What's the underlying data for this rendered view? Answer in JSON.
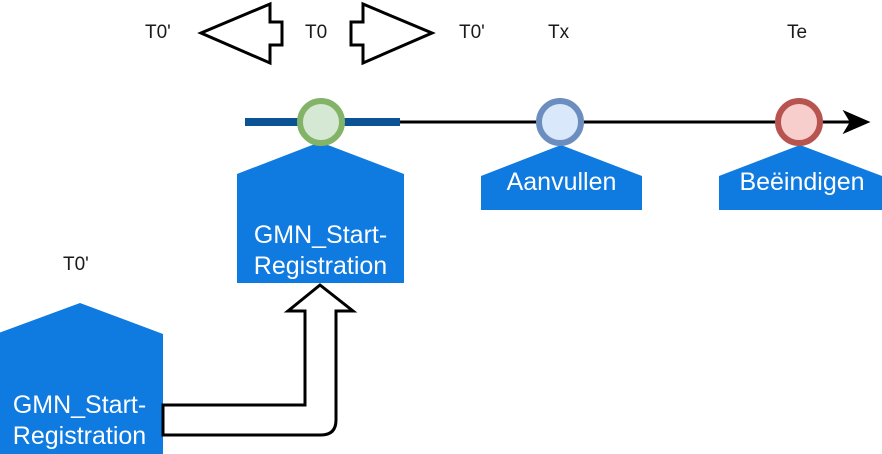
{
  "diagram": {
    "title": "GMN registration timeline",
    "colors": {
      "callout_fill": "#0f7ae0",
      "callout_text": "#ffffff",
      "timeline_thin": "#000000",
      "timeline_thick": "#0b5394",
      "outline": "#000000",
      "node_start_fill": "#d5e8d4",
      "node_start_stroke": "#82b366",
      "node_mid_fill": "#dae8fc",
      "node_mid_stroke": "#6c8ebf",
      "node_end_fill": "#f8cecc",
      "node_end_stroke": "#b85450",
      "background": "#ffffff"
    },
    "axis_labels": [
      {
        "id": "t0-prime-left",
        "text": "T0'"
      },
      {
        "id": "t0",
        "text": "T0"
      },
      {
        "id": "t0-prime-right",
        "text": "T0'"
      },
      {
        "id": "tx",
        "text": "Tx"
      },
      {
        "id": "te",
        "text": "Te"
      },
      {
        "id": "t0-prime-lower",
        "text": "T0'"
      }
    ],
    "shift_arrows": [
      {
        "id": "shift-left-arrow",
        "direction": "left",
        "meaning": "T0 shifts earlier to T0'"
      },
      {
        "id": "shift-right-arrow",
        "direction": "right",
        "meaning": "T0 shifts later to T0'"
      }
    ],
    "timeline_nodes": [
      {
        "id": "node-t0",
        "label_ref": "T0",
        "state": "start"
      },
      {
        "id": "node-tx",
        "label_ref": "Tx",
        "state": "middle"
      },
      {
        "id": "node-te",
        "label_ref": "Te",
        "state": "end"
      }
    ],
    "callouts": [
      {
        "id": "callout-gmn-start-registration-top",
        "lines": [
          "GMN_Start-",
          "Registration"
        ],
        "size": "lg"
      },
      {
        "id": "callout-aanvullen",
        "lines": [
          "Aanvullen"
        ],
        "size": "lg"
      },
      {
        "id": "callout-beeindigen",
        "lines": [
          "Beëindigen"
        ],
        "size": "lg"
      },
      {
        "id": "callout-gmn-start-registration-bottom",
        "lines": [
          "GMN_Start-",
          "Registration"
        ],
        "size": "lg"
      }
    ],
    "connector": {
      "id": "requeue-connector",
      "from": "callout-gmn-start-registration-bottom",
      "to": "callout-gmn-start-registration-top",
      "style": "block-arrow"
    }
  }
}
